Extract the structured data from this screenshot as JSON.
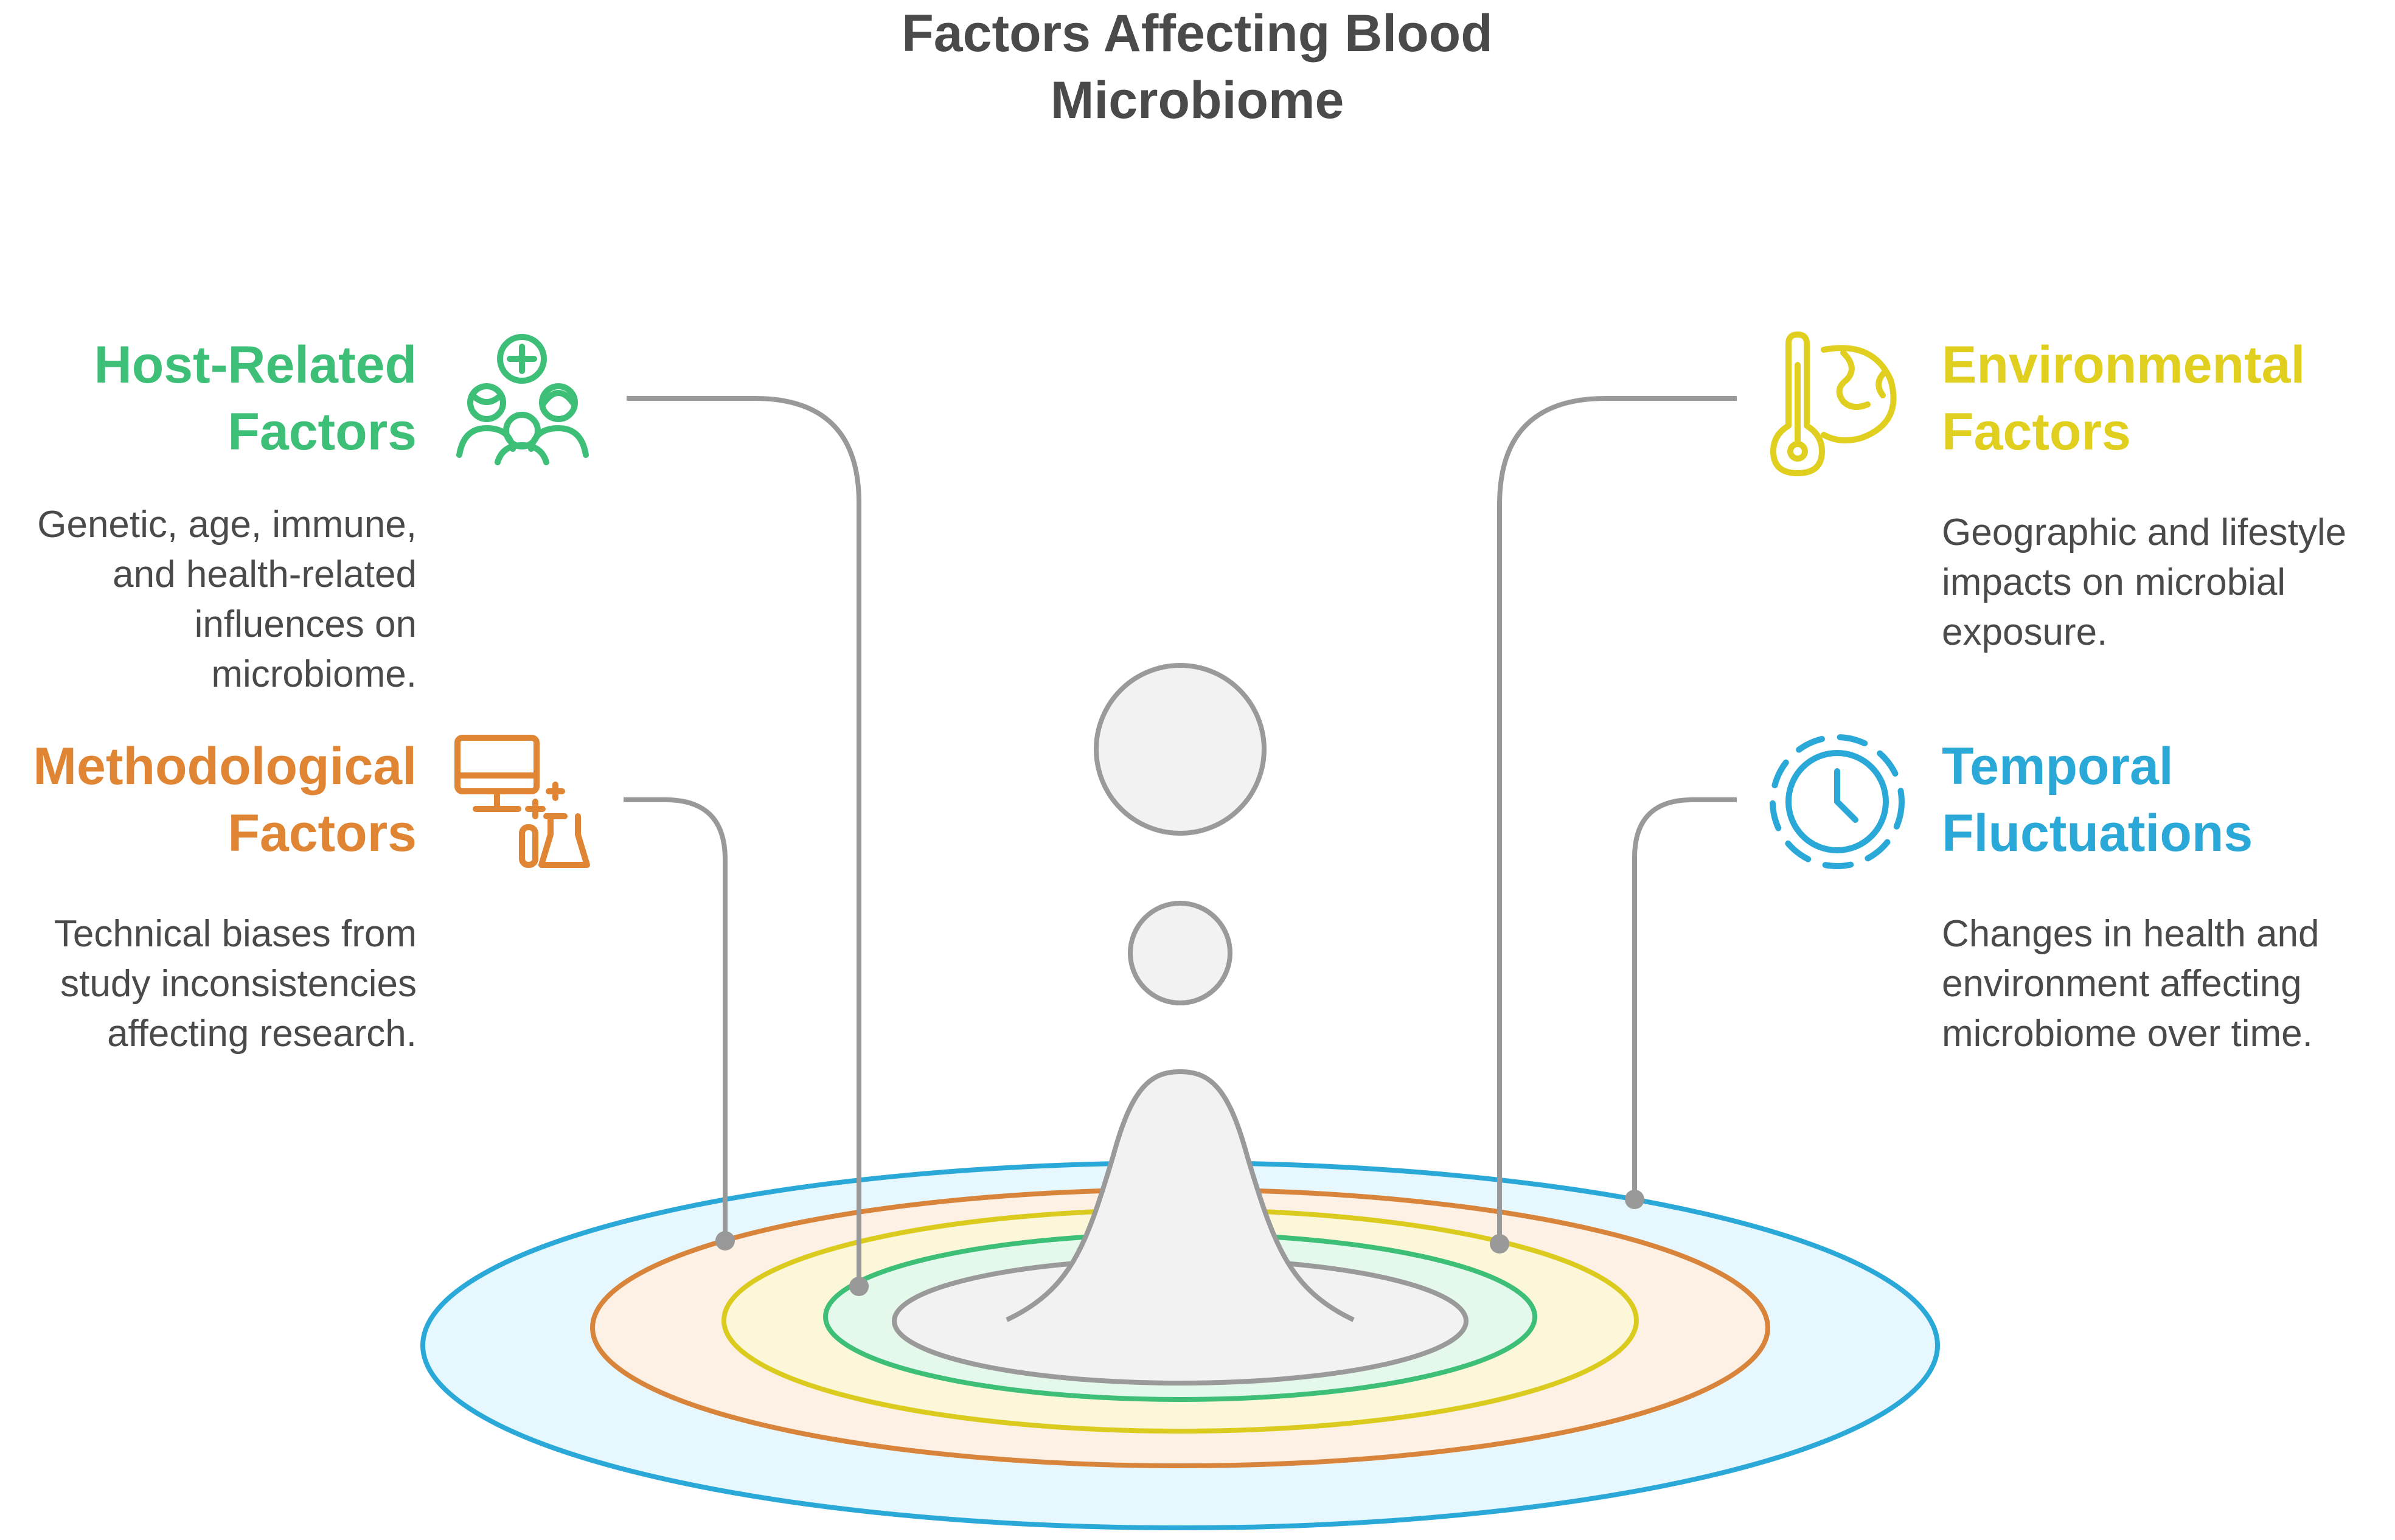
{
  "title": {
    "line1": "Factors Affecting Blood",
    "line2": "Microbiome"
  },
  "colors": {
    "host": "#3dbf78",
    "environmental": "#e0cf1e",
    "methodological": "#e08534",
    "temporal": "#2aa8d8",
    "connector": "#999999",
    "drop_fill": "#f2f2f2",
    "drop_stroke": "#9a9a9a",
    "text": "#4a4a4a"
  },
  "factors": {
    "host": {
      "heading_line1": "Host-Related",
      "heading_line2": "Factors",
      "desc_line1": "Genetic, age, immune,",
      "desc_line2": "and health-related",
      "desc_line3": "influences on",
      "desc_line4": "microbiome.",
      "icon": "people-health-icon"
    },
    "methodological": {
      "heading_line1": "Methodological",
      "heading_line2": "Factors",
      "desc_line1": "Technical biases from",
      "desc_line2": "study inconsistencies",
      "desc_line3": "affecting research.",
      "icon": "computer-lab-flask-icon"
    },
    "environmental": {
      "heading_line1": "Environmental",
      "heading_line2": "Factors",
      "desc_line1": "Geographic and lifestyle",
      "desc_line2": "impacts on microbial",
      "desc_line3": "exposure.",
      "icon": "thermometer-globe-icon"
    },
    "temporal": {
      "heading_line1": "Temporal",
      "heading_line2": "Fluctuations",
      "desc_line1": "Changes in health and",
      "desc_line2": "environment affecting",
      "desc_line3": "microbiome over time.",
      "icon": "clock-icon"
    }
  }
}
